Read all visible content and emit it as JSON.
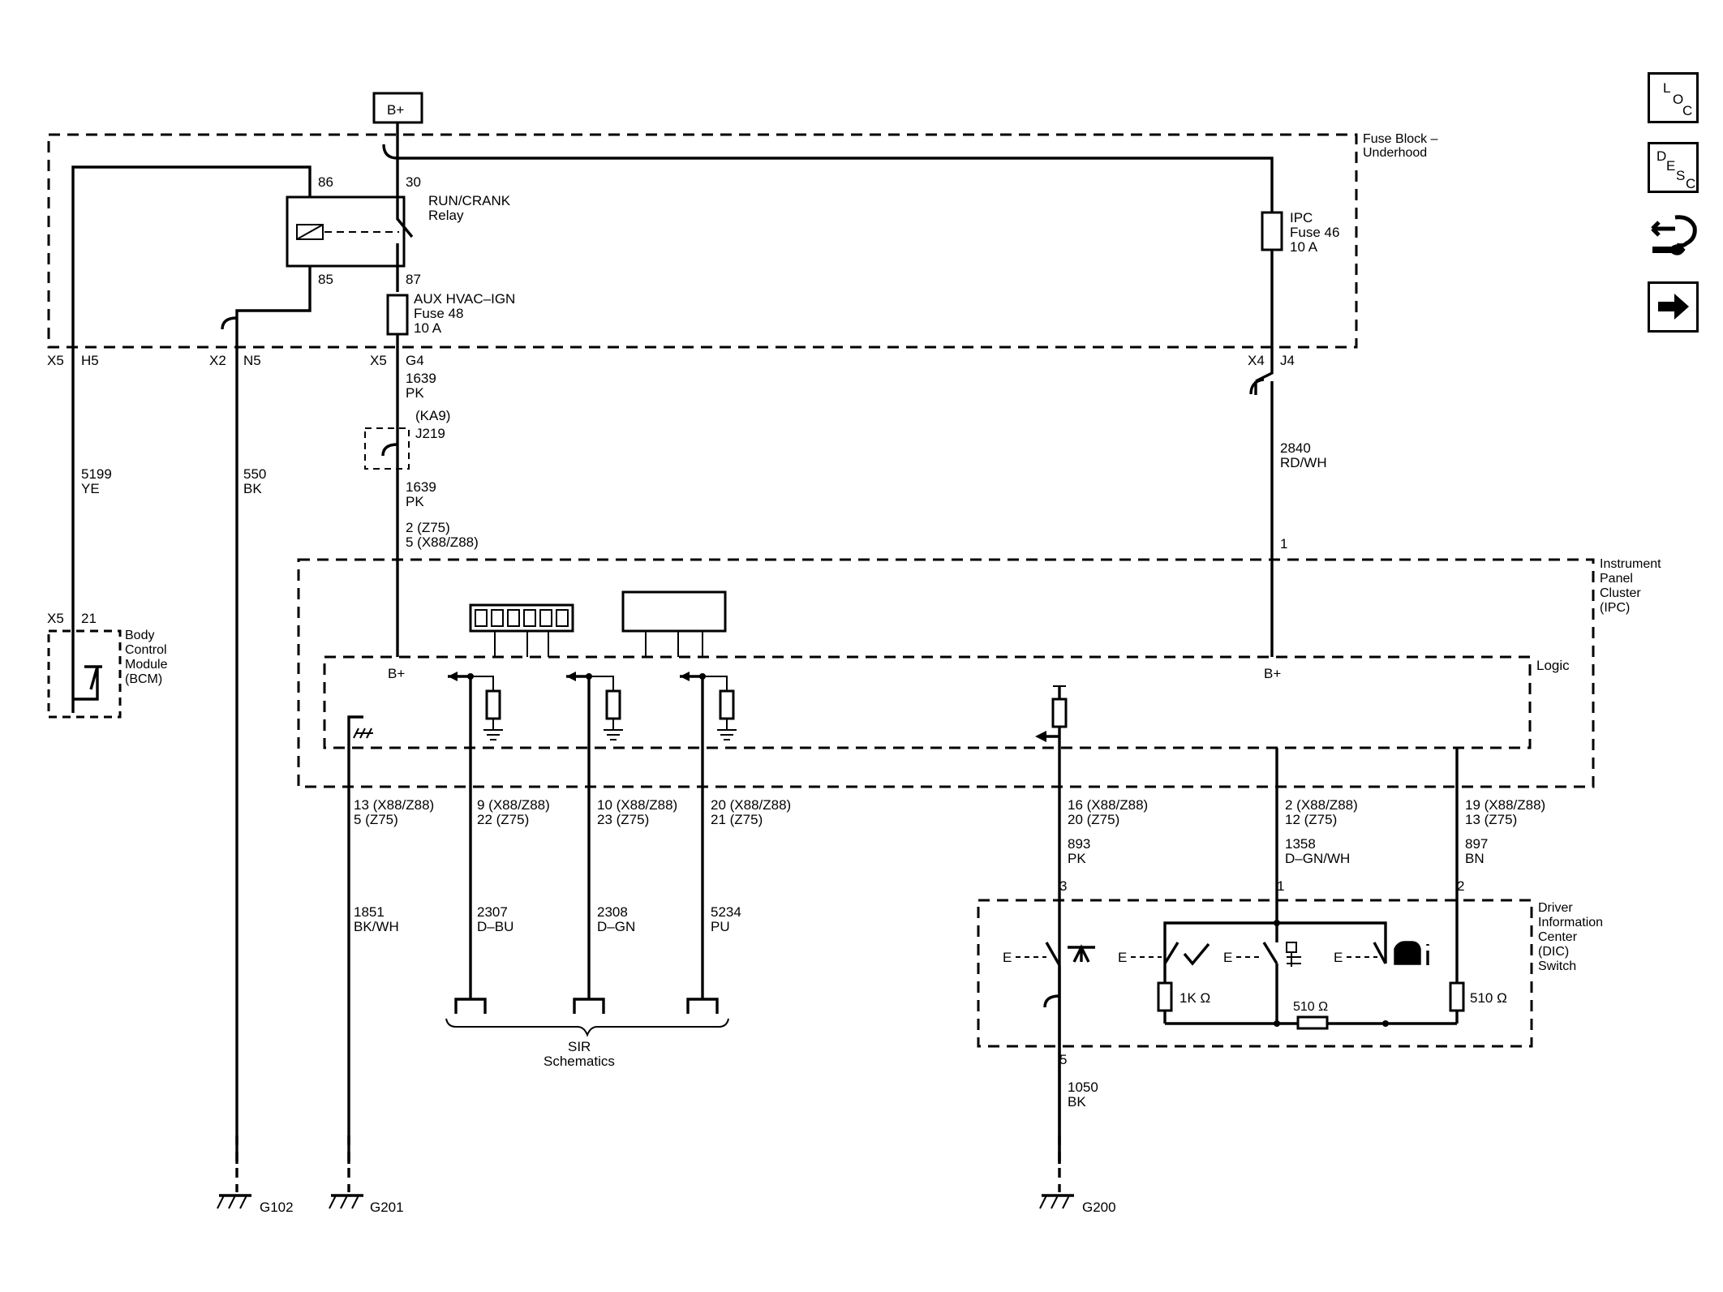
{
  "labels": {
    "bplus_top": "B+",
    "fuse_block_1": "Fuse Block –",
    "fuse_block_2": "Underhood",
    "pin86": "86",
    "pin30": "30",
    "pin85": "85",
    "pin87": "87",
    "relay_1": "RUN/CRANK",
    "relay_2": "Relay",
    "aux_1": "AUX HVAC–IGN",
    "aux_2": "Fuse 48",
    "aux_3": "10 A",
    "ipc_f1": "IPC",
    "ipc_f2": "Fuse 46",
    "ipc_f3": "10 A",
    "x5a": "X5",
    "h5": "H5",
    "x2": "X2",
    "n5": "N5",
    "x5b": "X5",
    "g4": "G4",
    "x4": "X4",
    "j4": "J4",
    "w1639a_1": "1639",
    "w1639a_2": "PK",
    "ka9": "(KA9)",
    "j219": "J219",
    "w1639b_1": "1639",
    "w1639b_2": "PK",
    "c_ipc_b1": "2 (Z75)",
    "c_ipc_b2": "5 (X88/Z88)",
    "w5199_1": "5199",
    "w5199_2": "YE",
    "w550_1": "550",
    "w550_2": "BK",
    "w2840_1": "2840",
    "w2840_2": "RD/WH",
    "pin1_ipc": "1",
    "ipc_1": "Instrument",
    "ipc_2": "Panel",
    "ipc_3": "Cluster",
    "ipc_4": "(IPC)",
    "logic": "Logic",
    "bplus_left": "B+",
    "bplus_right": "B+",
    "bcm_x5": "X5",
    "bcm_21": "21",
    "bcm_1": "Body",
    "bcm_2": "Control",
    "bcm_3": "Module",
    "bcm_4": "(BCM)",
    "c13_1": "13 (X88/Z88)",
    "c13_2": "5 (Z75)",
    "c9_1": "9 (X88/Z88)",
    "c9_2": "22 (Z75)",
    "c10_1": "10 (X88/Z88)",
    "c10_2": "23 (Z75)",
    "c20_1": "20 (X88/Z88)",
    "c20_2": "21 (Z75)",
    "c16_1": "16 (X88/Z88)",
    "c16_2": "20 (Z75)",
    "c2_1": "2 (X88/Z88)",
    "c2_2": "12 (Z75)",
    "c19_1": "19 (X88/Z88)",
    "c19_2": "13 (Z75)",
    "w893_1": "893",
    "w893_2": "PK",
    "w1358_1": "1358",
    "w1358_2": "D–GN/WH",
    "w897_1": "897",
    "w897_2": "BN",
    "w1851_1": "1851",
    "w1851_2": "BK/WH",
    "w2307_1": "2307",
    "w2307_2": "D–BU",
    "w2308_1": "2308",
    "w2308_2": "D–GN",
    "w5234_1": "5234",
    "w5234_2": "PU",
    "sir_1": "SIR",
    "sir_2": "Schematics",
    "dic_p3": "3",
    "dic_p1": "1",
    "dic_p2": "2",
    "dic_p5": "5",
    "dic_1": "Driver",
    "dic_2": "Information",
    "dic_3": "Center",
    "dic_4": "(DIC)",
    "dic_5": "Switch",
    "r1k": "1K Ω",
    "r510a": "510 Ω",
    "r510b": "510 Ω",
    "w1050_1": "1050",
    "w1050_2": "BK",
    "g102": "G102",
    "g201": "G201",
    "g200": "G200",
    "e1": "E",
    "e2": "E",
    "e3": "E",
    "e4": "E"
  },
  "nav": {
    "loc_1": "L",
    "loc_2": "O",
    "loc_3": "C",
    "desc_1": "D",
    "desc_2": "E",
    "desc_3": "S",
    "desc_4": "C"
  },
  "icons": {
    "nav_loc": "location-icon",
    "nav_desc": "description-icon",
    "nav_conn": "connector-tool-icon",
    "nav_next": "arrow-right-icon"
  }
}
